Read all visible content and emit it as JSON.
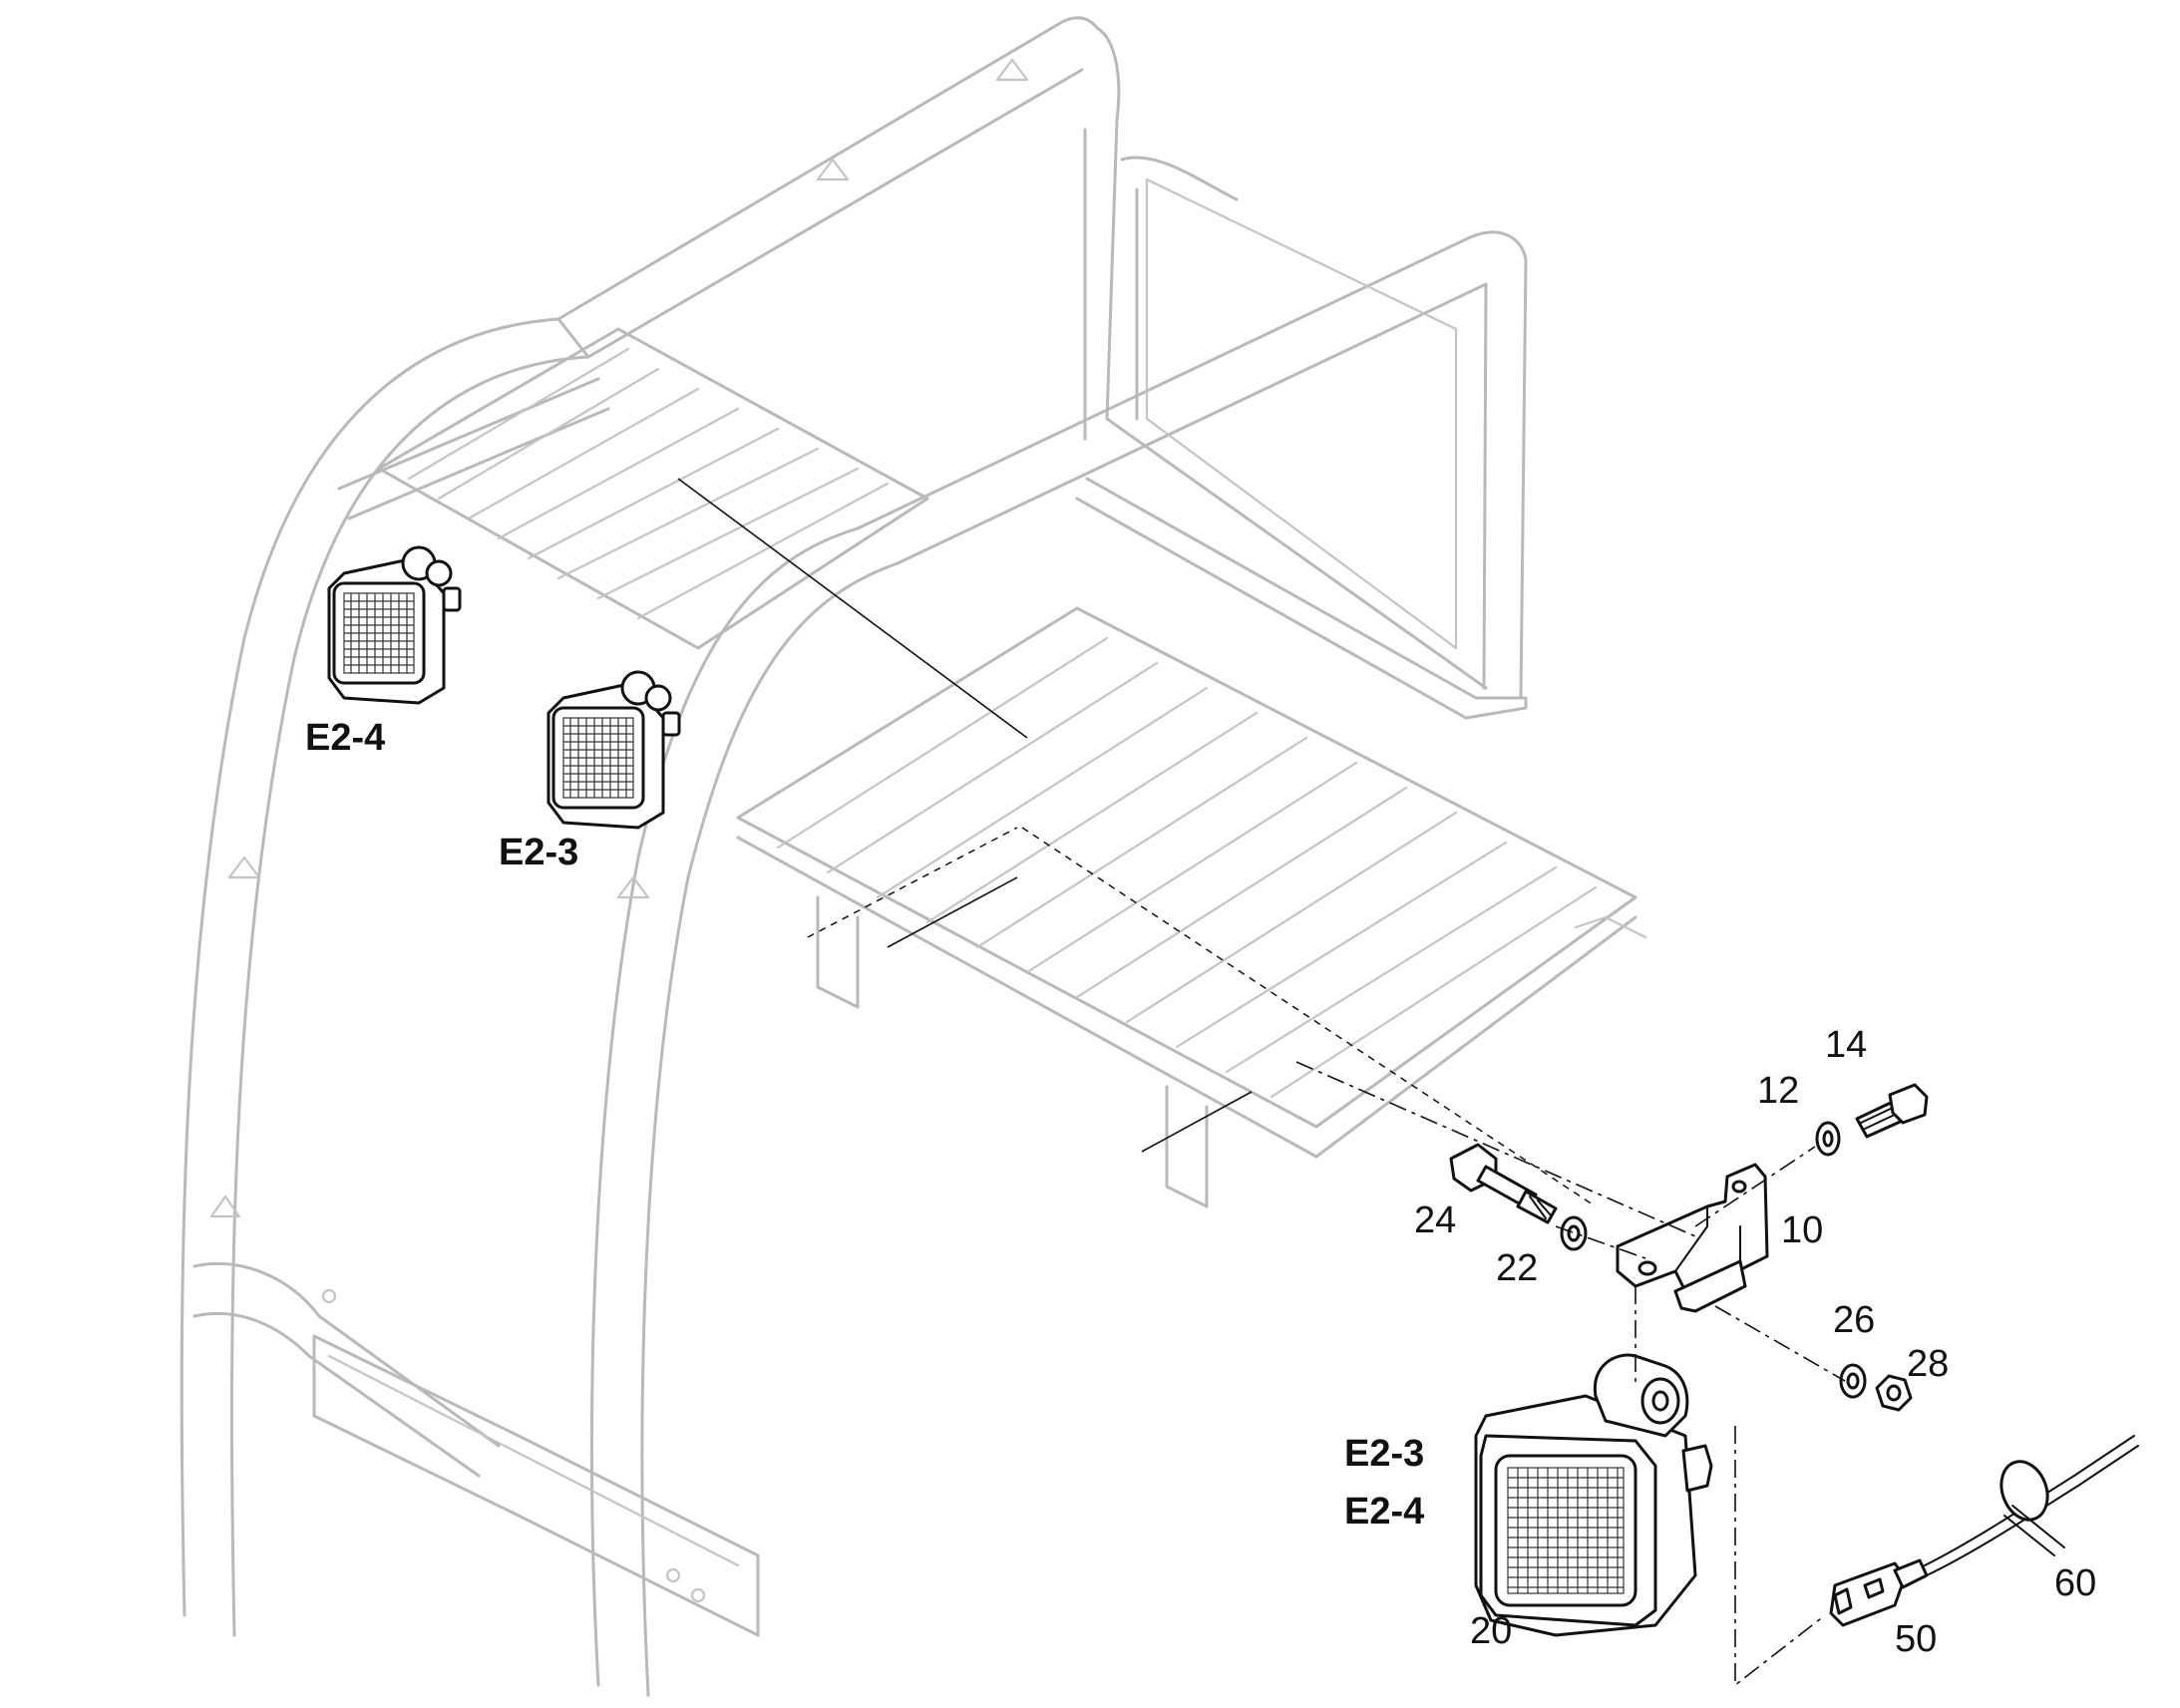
{
  "labels": {
    "e2_4_upper": "E2-4",
    "e2_3_upper": "E2-3",
    "e2_3_lower": "E2-3",
    "e2_4_lower": "E2-4"
  },
  "part_numbers": {
    "p14": "14",
    "p12": "12",
    "p24": "24",
    "p10": "10",
    "p22": "22",
    "p26": "26",
    "p28": "28",
    "p20": "20",
    "p50": "50",
    "p60": "60"
  }
}
